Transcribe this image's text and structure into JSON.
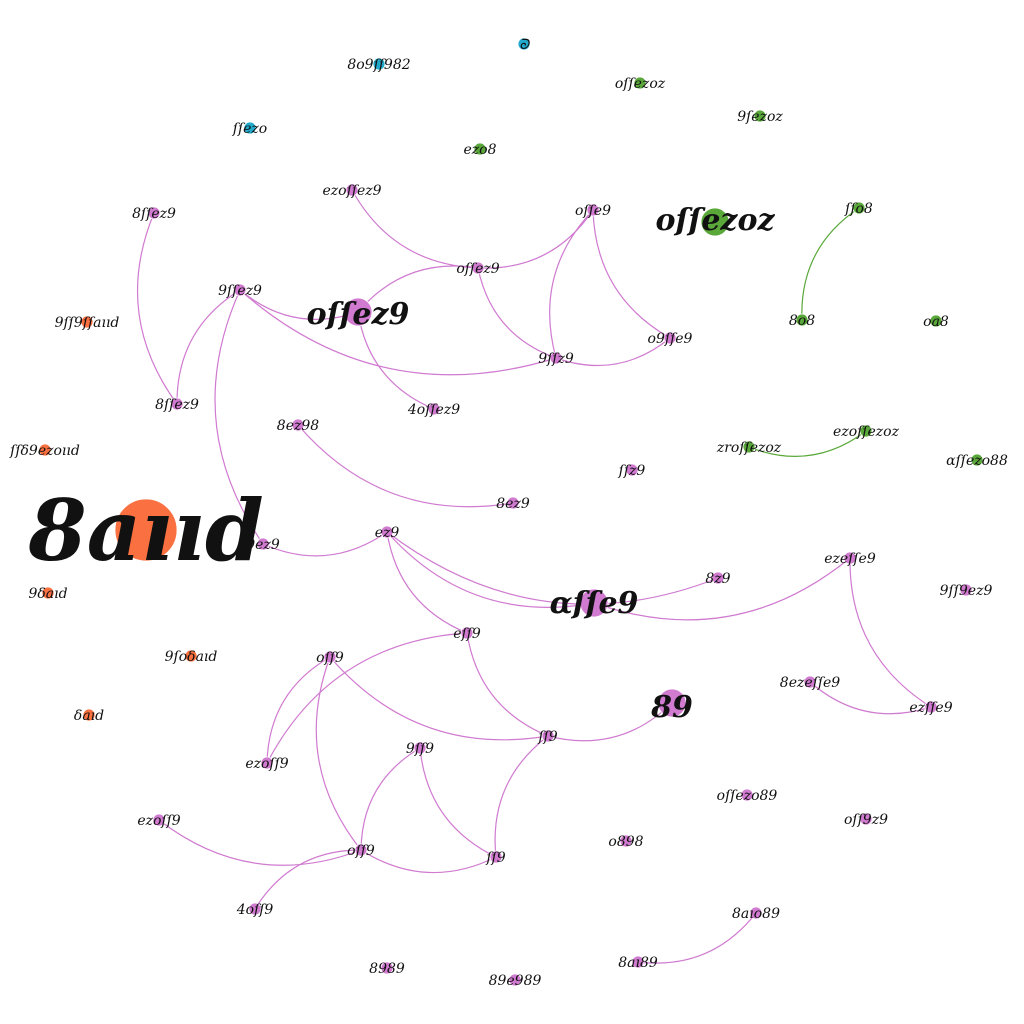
{
  "colors": {
    "purple": "#d07ad0",
    "orange": "#fb7040",
    "green": "#5aa83a",
    "blue": "#22aacc",
    "label": "#111111",
    "purple_edge": "#d07ad0",
    "green_edge": "#5aa83a"
  },
  "nodes": [
    {
      "id": "n_big_orange",
      "label": "8aııd",
      "group": "orange",
      "weight": 5
    },
    {
      "id": "n_o1",
      "label": "9δaıd",
      "group": "orange",
      "weight": 1
    },
    {
      "id": "n_o2",
      "label": "9ſoδaıd",
      "group": "orange",
      "weight": 1
    },
    {
      "id": "n_o3",
      "label": "δaıd",
      "group": "orange",
      "weight": 1
    },
    {
      "id": "n_o4",
      "label": "ſſδ9ezoııd",
      "group": "orange",
      "weight": 1
    },
    {
      "id": "n_o5",
      "label": "9ſſ9ſſaııd",
      "group": "orange",
      "weight": 1
    },
    {
      "id": "n_b1",
      "label": "ᘐ",
      "group": "blue",
      "weight": 1
    },
    {
      "id": "n_b2",
      "label": "8o9ſſ982",
      "group": "blue",
      "weight": 1
    },
    {
      "id": "n_b3",
      "label": "ſſezo",
      "group": "blue",
      "weight": 1
    },
    {
      "id": "n_g1",
      "label": "oſſezoz",
      "group": "green",
      "weight": 2
    },
    {
      "id": "n_g2",
      "label": "oſſezoz",
      "group": "green",
      "weight": 1
    },
    {
      "id": "n_g3",
      "label": "9ſezoz",
      "group": "green",
      "weight": 1
    },
    {
      "id": "n_g4",
      "label": "ezo8",
      "group": "green",
      "weight": 1
    },
    {
      "id": "n_g5",
      "label": "ſſo8",
      "group": "green",
      "weight": 1
    },
    {
      "id": "n_g6",
      "label": "8o8",
      "group": "green",
      "weight": 1
    },
    {
      "id": "n_g7",
      "label": "oa8",
      "group": "green",
      "weight": 1
    },
    {
      "id": "n_g8",
      "label": "zroſſezoz",
      "group": "green",
      "weight": 1
    },
    {
      "id": "n_g9",
      "label": "ezoſſezoz",
      "group": "green",
      "weight": 1
    },
    {
      "id": "n_g10",
      "label": "ɑſſezo88",
      "group": "green",
      "weight": 1
    },
    {
      "id": "n_p_olleeg",
      "label": "oſſez9",
      "group": "purple",
      "weight": 2
    },
    {
      "id": "n_p_89",
      "label": "89",
      "group": "purple",
      "weight": 2
    },
    {
      "id": "n_p_ahe",
      "label": "ɑſſe9",
      "group": "purple",
      "weight": 2
    },
    {
      "id": "n_p1",
      "label": "ezoſſez9",
      "group": "purple",
      "weight": 1
    },
    {
      "id": "n_p2",
      "label": "8ſſez9",
      "group": "purple",
      "weight": 1
    },
    {
      "id": "n_p3",
      "label": "oſſe9",
      "group": "purple",
      "weight": 1
    },
    {
      "id": "n_p4",
      "label": "9ſſz9",
      "group": "purple",
      "weight": 1
    },
    {
      "id": "n_p5",
      "label": "oſſez9",
      "group": "purple",
      "weight": 1
    },
    {
      "id": "n_p6",
      "label": "o9ſſe9",
      "group": "purple",
      "weight": 1
    },
    {
      "id": "n_p7",
      "label": "9ſſez9",
      "group": "purple",
      "weight": 1
    },
    {
      "id": "n_p8",
      "label": "8ſſez9",
      "group": "purple",
      "weight": 1
    },
    {
      "id": "n_p9",
      "label": "4oſſez9",
      "group": "purple",
      "weight": 1
    },
    {
      "id": "n_p10",
      "label": "8ez98",
      "group": "purple",
      "weight": 1
    },
    {
      "id": "n_p11",
      "label": "ſſz9",
      "group": "purple",
      "weight": 1
    },
    {
      "id": "n_p12",
      "label": "8ez9",
      "group": "purple",
      "weight": 1
    },
    {
      "id": "n_p13",
      "label": "9ez9",
      "group": "purple",
      "weight": 1
    },
    {
      "id": "n_p14",
      "label": "ez9",
      "group": "purple",
      "weight": 1
    },
    {
      "id": "n_p15",
      "label": "8z9",
      "group": "purple",
      "weight": 1
    },
    {
      "id": "n_p16",
      "label": "ezeſſe9",
      "group": "purple",
      "weight": 1
    },
    {
      "id": "n_p17",
      "label": "9ſſ9ez9",
      "group": "purple",
      "weight": 1
    },
    {
      "id": "n_p18",
      "label": "eſſ9",
      "group": "purple",
      "weight": 1
    },
    {
      "id": "n_p19",
      "label": "oſſ9",
      "group": "purple",
      "weight": 1
    },
    {
      "id": "n_p20",
      "label": "8ezeſſe9",
      "group": "purple",
      "weight": 1
    },
    {
      "id": "n_p21",
      "label": "ezſſe9",
      "group": "purple",
      "weight": 1
    },
    {
      "id": "n_p22",
      "label": "ſſ9",
      "group": "purple",
      "weight": 1
    },
    {
      "id": "n_p23",
      "label": "ezoſſ9",
      "group": "purple",
      "weight": 1
    },
    {
      "id": "n_p24",
      "label": "9ſſ9",
      "group": "purple",
      "weight": 1
    },
    {
      "id": "n_p25",
      "label": "oſſezo89",
      "group": "purple",
      "weight": 1
    },
    {
      "id": "n_p26",
      "label": "ezoſſ9",
      "group": "purple",
      "weight": 1
    },
    {
      "id": "n_p27",
      "label": "oſſ9",
      "group": "purple",
      "weight": 1
    },
    {
      "id": "n_p28",
      "label": "ſſ9",
      "group": "purple",
      "weight": 1
    },
    {
      "id": "n_p29",
      "label": "o898",
      "group": "purple",
      "weight": 1
    },
    {
      "id": "n_p30",
      "label": "oſſ9z9",
      "group": "purple",
      "weight": 1
    },
    {
      "id": "n_p31",
      "label": "4oſſ9",
      "group": "purple",
      "weight": 1
    },
    {
      "id": "n_p32",
      "label": "8aıo89",
      "group": "purple",
      "weight": 1
    },
    {
      "id": "n_p33",
      "label": "8aı89",
      "group": "purple",
      "weight": 1
    },
    {
      "id": "n_p34",
      "label": "8989",
      "group": "purple",
      "weight": 1
    },
    {
      "id": "n_p35",
      "label": "89e989",
      "group": "purple",
      "weight": 1
    }
  ],
  "edges": [
    {
      "from": "n_p1",
      "to": "n_p5",
      "group": "purple"
    },
    {
      "from": "n_p5",
      "to": "n_p_olleeg",
      "group": "purple"
    },
    {
      "from": "n_p5",
      "to": "n_p3",
      "group": "purple"
    },
    {
      "from": "n_p5",
      "to": "n_p4",
      "group": "purple"
    },
    {
      "from": "n_p3",
      "to": "n_p6",
      "group": "purple"
    },
    {
      "from": "n_p3",
      "to": "n_p4",
      "group": "purple"
    },
    {
      "from": "n_p4",
      "to": "n_p6",
      "group": "purple"
    },
    {
      "from": "n_p7",
      "to": "n_p_olleeg",
      "group": "purple"
    },
    {
      "from": "n_p7",
      "to": "n_p4",
      "group": "purple"
    },
    {
      "from": "n_p7",
      "to": "n_p8",
      "group": "purple"
    },
    {
      "from": "n_p7",
      "to": "n_p13",
      "group": "purple"
    },
    {
      "from": "n_p2",
      "to": "n_p8",
      "group": "purple"
    },
    {
      "from": "n_p_olleeg",
      "to": "n_p9",
      "group": "purple"
    },
    {
      "from": "n_p10",
      "to": "n_p12",
      "group": "purple"
    },
    {
      "from": "n_p13",
      "to": "n_p14",
      "group": "purple"
    },
    {
      "from": "n_p14",
      "to": "n_p15",
      "group": "purple"
    },
    {
      "from": "n_p14",
      "to": "n_p_ahe",
      "group": "purple"
    },
    {
      "from": "n_p14",
      "to": "n_p18",
      "group": "purple"
    },
    {
      "from": "n_p_ahe",
      "to": "n_p16",
      "group": "purple"
    },
    {
      "from": "n_p16",
      "to": "n_p21",
      "group": "purple"
    },
    {
      "from": "n_p20",
      "to": "n_p21",
      "group": "purple"
    },
    {
      "from": "n_p18",
      "to": "n_p23",
      "group": "purple"
    },
    {
      "from": "n_p18",
      "to": "n_p22",
      "group": "purple"
    },
    {
      "from": "n_p19",
      "to": "n_p22",
      "group": "purple"
    },
    {
      "from": "n_p19",
      "to": "n_p23",
      "group": "purple"
    },
    {
      "from": "n_p19",
      "to": "n_p27",
      "group": "purple"
    },
    {
      "from": "n_p22",
      "to": "n_p_89",
      "group": "purple"
    },
    {
      "from": "n_p22",
      "to": "n_p28",
      "group": "purple"
    },
    {
      "from": "n_p24",
      "to": "n_p27",
      "group": "purple"
    },
    {
      "from": "n_p24",
      "to": "n_p28",
      "group": "purple"
    },
    {
      "from": "n_p26",
      "to": "n_p27",
      "group": "purple"
    },
    {
      "from": "n_p27",
      "to": "n_p28",
      "group": "purple"
    },
    {
      "from": "n_p27",
      "to": "n_p31",
      "group": "purple"
    },
    {
      "from": "n_p33",
      "to": "n_p32",
      "group": "purple"
    },
    {
      "from": "n_g5",
      "to": "n_g6",
      "group": "green"
    },
    {
      "from": "n_g8",
      "to": "n_g9",
      "group": "green"
    }
  ]
}
